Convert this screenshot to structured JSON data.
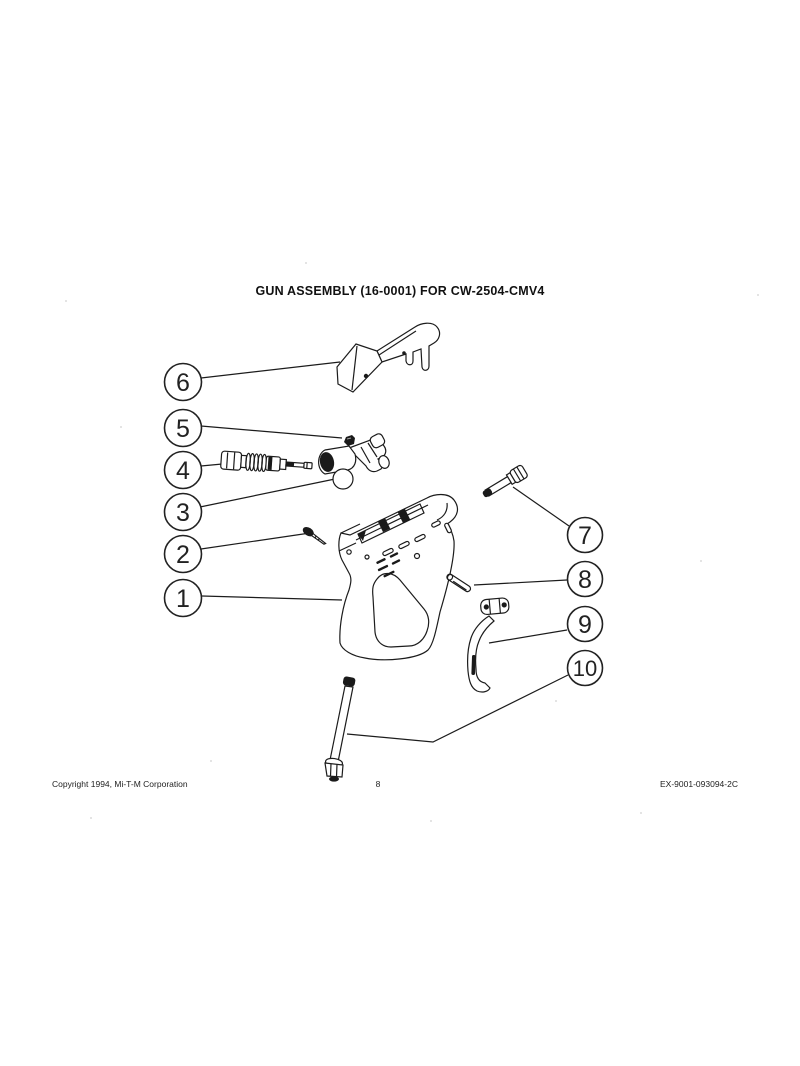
{
  "page": {
    "title": "GUN ASSEMBLY (16-0001) FOR CW-2504-CMV4",
    "footer": {
      "copyright": "Copyright 1994, Mi-T-M Corporation",
      "page_number": "8",
      "document_code": "EX-9001-093094-2C"
    }
  },
  "diagram": {
    "type": "exploded-parts-diagram",
    "callouts": [
      "1",
      "2",
      "3",
      "4",
      "5",
      "6",
      "7",
      "8",
      "9",
      "10"
    ]
  }
}
